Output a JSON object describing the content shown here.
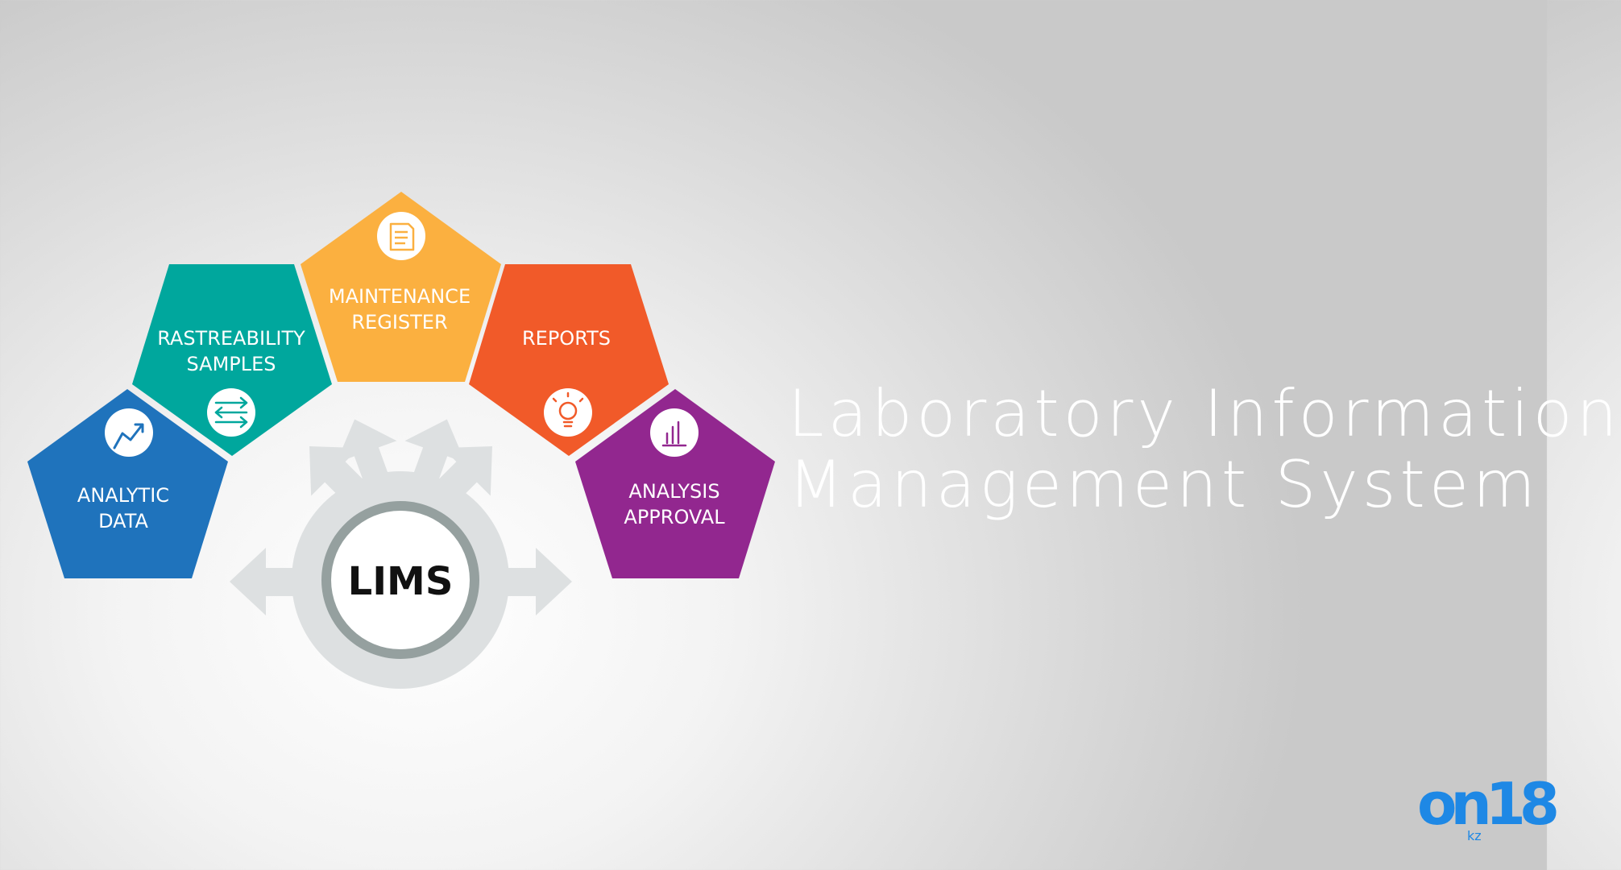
{
  "title": {
    "line1": "Laboratory Information",
    "line2": "Management System"
  },
  "hub": {
    "label": "LIMS"
  },
  "modules": [
    {
      "id": "analytic-data",
      "lines": [
        "ANALYTIC",
        "DATA"
      ],
      "color": "#1f73bc",
      "icon": "trend-line-icon"
    },
    {
      "id": "rastreability-samples",
      "lines": [
        "RASTREABILITY",
        "SAMPLES"
      ],
      "color": "#00a79d",
      "icon": "transfer-arrows-icon"
    },
    {
      "id": "maintenance-register",
      "lines": [
        "MAINTENANCE",
        "REGISTER"
      ],
      "color": "#fbb040",
      "icon": "document-icon"
    },
    {
      "id": "reports",
      "lines": [
        "REPORTS"
      ],
      "color": "#f15a29",
      "icon": "lightbulb-icon"
    },
    {
      "id": "analysis-approval",
      "lines": [
        "ANALYSIS",
        "APPROVAL"
      ],
      "color": "#92278f",
      "icon": "bar-chart-icon"
    }
  ],
  "logo": {
    "text": "on18",
    "sub": "kz",
    "color": "#1e88e5",
    "icon": "on18-logo-icon"
  }
}
